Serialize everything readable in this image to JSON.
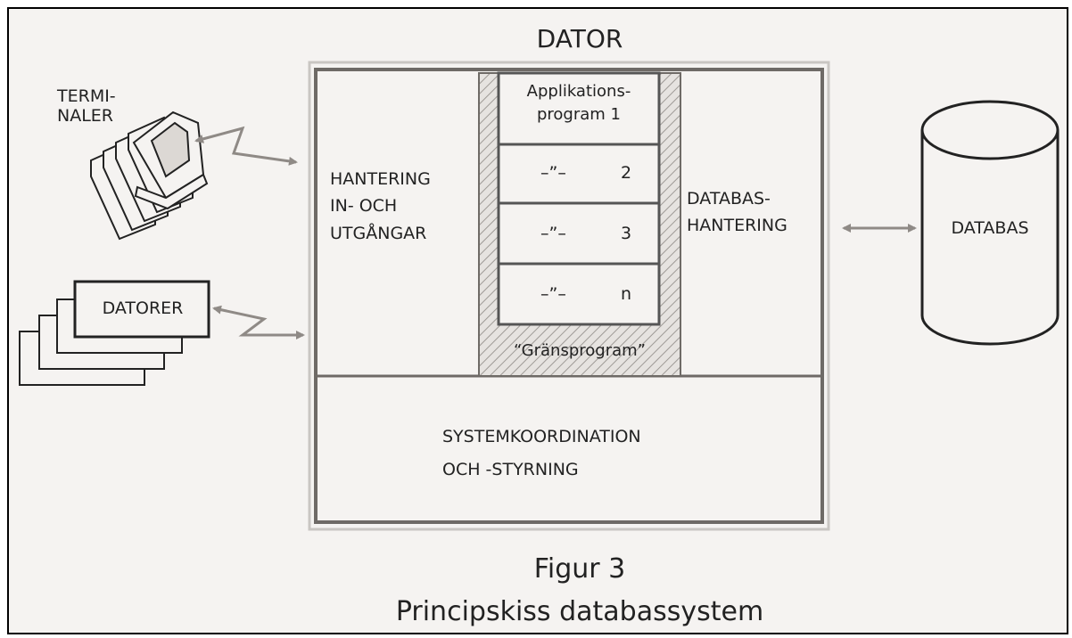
{
  "title": "DATOR",
  "inputs": {
    "terminals": [
      "TERMI-",
      "NALER"
    ],
    "computers": "DATORER"
  },
  "io": [
    "HANTERING",
    "IN- OCH",
    "UTGÅNGAR"
  ],
  "applications": {
    "first": [
      "Applikations-",
      "program  1"
    ],
    "rows": [
      {
        "mark": "–”–",
        "num": "2"
      },
      {
        "mark": "–”–",
        "num": "3"
      },
      {
        "mark": "–”–",
        "num": "n"
      }
    ],
    "boundary": "“Gränsprogram”"
  },
  "dbms": [
    "DATABAS-",
    "HANTERING"
  ],
  "database": "DATABAS",
  "system": [
    "SYSTEMKOORDINATION",
    "OCH  -STYRNING"
  ],
  "caption": {
    "figure": "Figur  3",
    "text": "Principskiss databassystem"
  },
  "colors": {
    "ink": "#222222",
    "paper": "#f5f3f1",
    "double_border": "#c9c6c2",
    "hatch": "#9e9a96",
    "arrow": "#8f8a86"
  }
}
